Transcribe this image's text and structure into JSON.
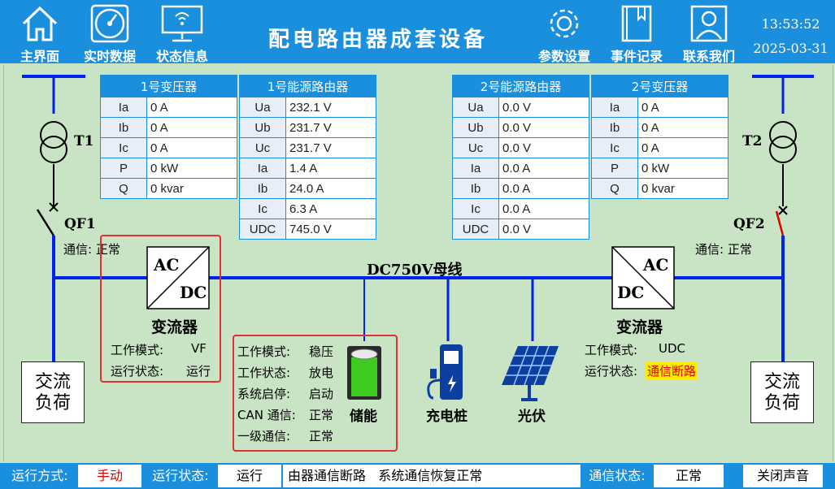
{
  "header": {
    "title": "配电路由器成套设备",
    "time": "13:53:52",
    "date": "2025-03-31",
    "nav": {
      "home": "主界面",
      "realtime": "实时数据",
      "status": "状态信息",
      "params": "参数设置",
      "events": "事件记录",
      "contact": "联系我们"
    }
  },
  "tables": {
    "t1": {
      "title": "1号变压器",
      "rows": [
        [
          "Ia",
          "0 A"
        ],
        [
          "Ib",
          "0 A"
        ],
        [
          "Ic",
          "0 A"
        ],
        [
          "P",
          "0 kW"
        ],
        [
          "Q",
          "0 kvar"
        ]
      ]
    },
    "r1": {
      "title": "1号能源路由器",
      "rows": [
        [
          "Ua",
          "232.1 V"
        ],
        [
          "Ub",
          "231.7 V"
        ],
        [
          "Uc",
          "231.7 V"
        ],
        [
          "Ia",
          "1.4 A"
        ],
        [
          "Ib",
          "24.0 A"
        ],
        [
          "Ic",
          "6.3 A"
        ],
        [
          "UDC",
          "745.0 V"
        ]
      ]
    },
    "r2": {
      "title": "2号能源路由器",
      "rows": [
        [
          "Ua",
          "0.0 V"
        ],
        [
          "Ub",
          "0.0 V"
        ],
        [
          "Uc",
          "0.0 V"
        ],
        [
          "Ia",
          "0.0 A"
        ],
        [
          "Ib",
          "0.0 A"
        ],
        [
          "Ic",
          "0.0 A"
        ],
        [
          "UDC",
          "0.0 V"
        ]
      ]
    },
    "t2": {
      "title": "2号变压器",
      "rows": [
        [
          "Ia",
          "0 A"
        ],
        [
          "Ib",
          "0 A"
        ],
        [
          "Ic",
          "0 A"
        ],
        [
          "P",
          "0 kW"
        ],
        [
          "Q",
          "0 kvar"
        ]
      ]
    }
  },
  "diagram": {
    "t1_label": "T1",
    "t2_label": "T2",
    "qf1_label": "QF1",
    "qf2_label": "QF2",
    "comm1": "通信: 正常",
    "comm2": "通信: 正常",
    "bus_label": "DC750V母线",
    "conv_ac": "AC",
    "conv_dc": "DC",
    "converter1": {
      "name": "变流器",
      "mode_label": "工作模式:",
      "mode": "VF",
      "state_label": "运行状态:",
      "state": "运行"
    },
    "converter2": {
      "name": "变流器",
      "mode_label": "工作模式:",
      "mode": "UDC",
      "state_label": "运行状态:",
      "state": "通信断路"
    },
    "storage": {
      "name": "储能",
      "lines": [
        [
          "工作模式:",
          "稳压"
        ],
        [
          "工作状态:",
          "放电"
        ],
        [
          "系统启停:",
          "启动"
        ],
        [
          "CAN 通信:",
          "正常"
        ],
        [
          "一级通信:",
          "正常"
        ]
      ]
    },
    "charger": "充电桩",
    "pv": "光伏",
    "load1": [
      "交流",
      "负荷"
    ],
    "load2": [
      "交流",
      "负荷"
    ]
  },
  "footer": {
    "mode_label": "运行方式:",
    "mode_value": "手动",
    "state_label": "运行状态:",
    "state_value": "运行",
    "message": "由器通信断路   系统通信恢复正常",
    "comm_label": "通信状态:",
    "comm_value": "正常",
    "sound_button": "关闭声音"
  },
  "colors": {
    "accent": "#1a8fde",
    "bus": "#0022ee",
    "panel_bg": "#c9e4c4",
    "alarm_text": "#e00000",
    "alarm_bg": "#ffea00"
  }
}
